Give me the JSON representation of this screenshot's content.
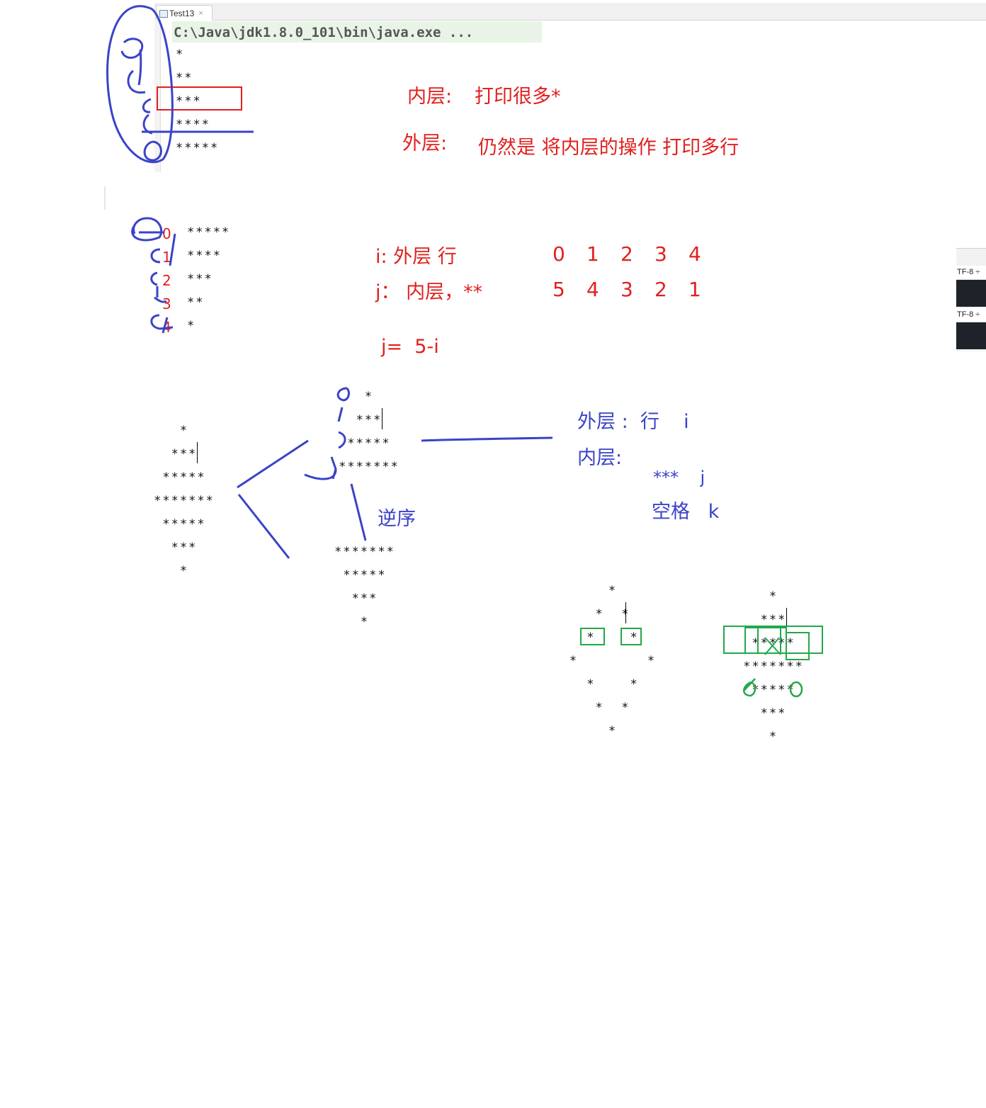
{
  "console": {
    "tab_label": "Test13",
    "tab_close": "×",
    "command": "C:\\Java\\jdk1.8.0_101\\bin\\java.exe ...",
    "output_lines": [
      "*",
      "**",
      "***",
      "****",
      "*****"
    ]
  },
  "notes_red": {
    "inner": "内层:",
    "inner_desc": "打印很多*",
    "outer": "外层:",
    "outer_desc": "仍然是 将内层的操作 打印多行",
    "i_label": "i: 外层 行",
    "j_label": "j： 内层，**",
    "formula": "j=  5-i",
    "i_values": [
      "0",
      "1",
      "2",
      "3",
      "4"
    ],
    "j_values": [
      "5",
      "4",
      "3",
      "2",
      "1"
    ],
    "row_indices": [
      "0",
      "1",
      "2",
      "3",
      "4"
    ]
  },
  "reverse_triangle": [
    "*****",
    "****",
    "***",
    "**",
    "*"
  ],
  "diamond": [
    "*",
    "***",
    "*****",
    "*******",
    "*****",
    "***",
    "*"
  ],
  "top_half": [
    "*",
    "***",
    "*****",
    "*******"
  ],
  "bottom_half": [
    "*******",
    "*****",
    "***",
    "*"
  ],
  "notes_blue": {
    "reverse": "逆序",
    "outer": "外层 :  行    i",
    "inner": "内层:",
    "stars": "***    j",
    "spaces": "空格   k"
  },
  "hollow_diamond": [
    "*",
    "*  *",
    "*    *",
    "*        *",
    "*    *",
    "*  *",
    "*"
  ],
  "diamond_right": [
    "*",
    "***",
    "*****",
    "*******",
    "*****",
    "***",
    "*"
  ],
  "encoding_widget": {
    "label_1": "TF-8 ÷",
    "label_2": "TF-8 ÷"
  },
  "colors": {
    "red_annotation": "#e0201f",
    "blue_annotation": "#3a43c8",
    "green_annotation": "#22a84a",
    "console_highlight": "#e8f5e6"
  }
}
